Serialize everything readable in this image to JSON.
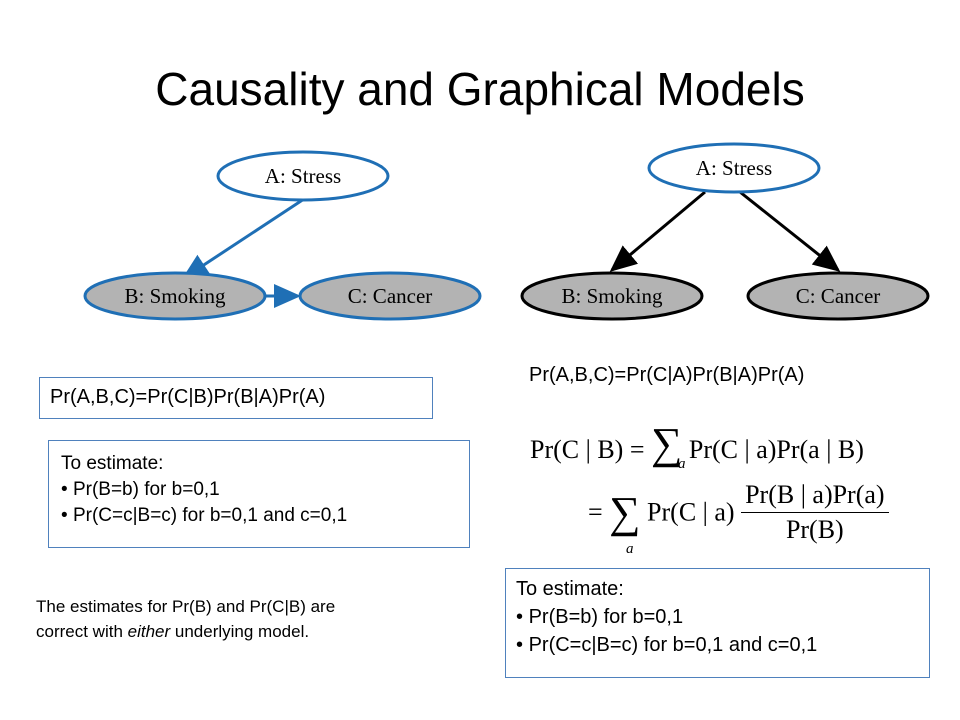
{
  "title": "Causality and Graphical Models",
  "left_graph": {
    "node_a": "A: Stress",
    "node_b": "B: Smoking",
    "node_c": "C: Cancer",
    "factorization": "Pr(A,B,C)=Pr(C|B)Pr(B|A)Pr(A)",
    "estimate_title": "To estimate:",
    "estimate_items": [
      "Pr(B=b) for b=0,1",
      "Pr(C=c|B=c) for b=0,1 and c=0,1"
    ]
  },
  "right_graph": {
    "node_a": "A: Stress",
    "node_b": "B: Smoking",
    "node_c": "C: Cancer",
    "factorization": "Pr(A,B,C)=Pr(C|A)Pr(B|A)Pr(A)",
    "eq1_lhs": "Pr(C | B) =",
    "eq1_rhs": "Pr(C | a)Pr(a | B)",
    "eq2_lhs": "=",
    "eq2_term": "Pr(C | a)",
    "eq2_num": "Pr(B | a)Pr(a)",
    "eq2_den": "Pr(B)",
    "sum_symbol": "∑",
    "sum_index": "a",
    "estimate_title": "To estimate:",
    "estimate_items": [
      "Pr(B=b) for b=0,1",
      "Pr(C=c|B=c) for b=0,1 and c=0,1"
    ]
  },
  "note": {
    "line1": "The estimates for Pr(B) and Pr(C|B) are",
    "line2_pre": "correct with ",
    "line2_em": "either",
    "line2_post": "  underlying model."
  },
  "colors": {
    "blue": "#1f6fb5",
    "box_border": "#4f81bd",
    "node_fill_gray": "#b3b3b3",
    "node_fill_white": "#ffffff"
  }
}
